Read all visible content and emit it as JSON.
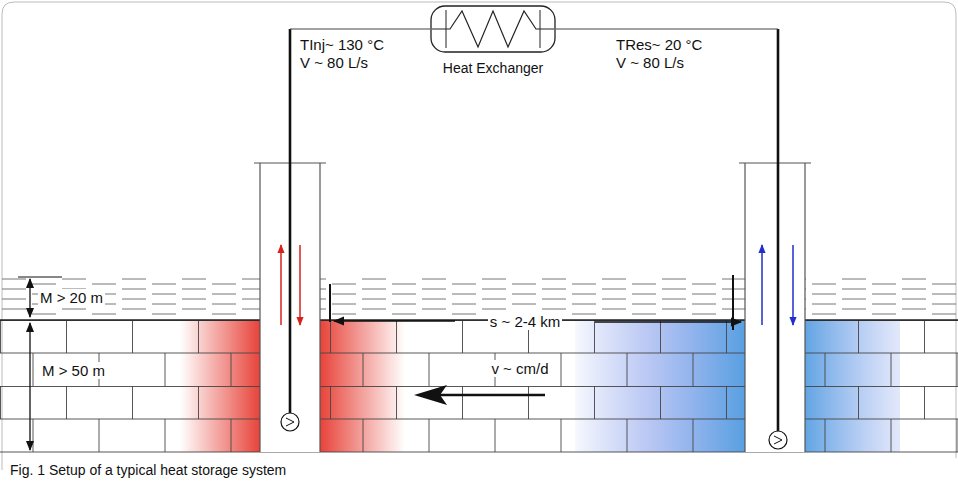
{
  "diagram": {
    "caption": "Fig. 1 Setup of a typical heat storage system",
    "nodes": [
      {
        "text": [
          "Heat Exchanger"
        ]
      }
    ],
    "labels": [
      "TInj~ 130 °C",
      "V ~ 80 L/s",
      "TRes~ 20 °C",
      "V ~ 80 L/s",
      "M > 20 m",
      "M > 50 m",
      "s ~ 2-4 km",
      "v ~ cm/d"
    ]
  }
}
